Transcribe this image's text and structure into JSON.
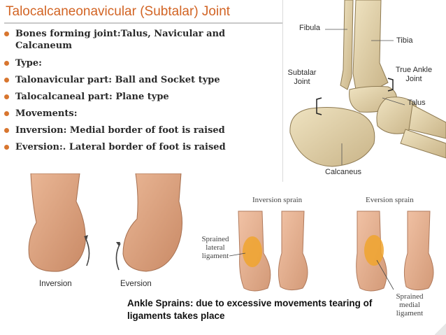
{
  "title": "Talocalcaneonavicular (Subtalar) Joint",
  "bullets": [
    "Bones forming joint:Talus, Navicular and Calcaneum",
    "Type:",
    "Talonavicular part: Ball and Socket type",
    "Talocalcaneal part: Plane type",
    "Movements:",
    "Inversion: Medial border of foot is raised",
    "Eversion:. Lateral border of foot is raised"
  ],
  "ankle_diagram": {
    "labels": {
      "fibula": "Fibula",
      "tibia": "Tibia",
      "subtalar_joint": "Subtalar Joint",
      "true_ankle_joint": "True Ankle Joint",
      "talus": "Talus",
      "calcaneus": "Calcaneus"
    }
  },
  "foot_photos": {
    "inversion": "Inversion",
    "eversion": "Eversion"
  },
  "sprain_figure": {
    "inversion_title": "Inversion sprain",
    "eversion_title": "Eversion sprain",
    "lateral_ligament": "Sprained lateral ligament",
    "medial_ligament": "Sprained medial ligament"
  },
  "caption": "Ankle Sprains: due to excessive movements tearing of ligaments takes place",
  "colors": {
    "title": "#d26424",
    "bullet": "#d8762f",
    "bone": "#e6d6ad",
    "skin": "#e2ac86",
    "ligament": "#f0a52e"
  }
}
